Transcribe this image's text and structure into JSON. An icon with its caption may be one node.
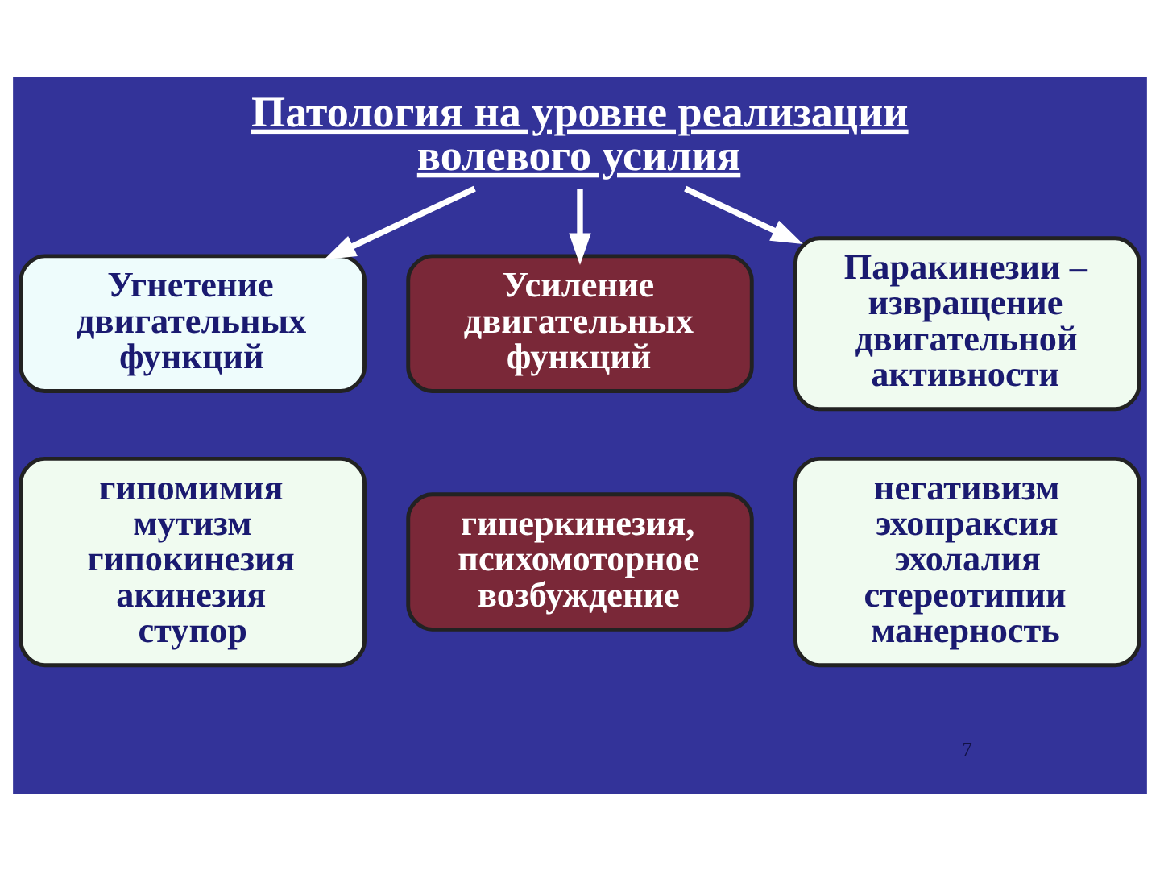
{
  "diagram": {
    "nodes": [
      {
        "text": [
          "Патология на уровне реализации волевого усилия"
        ]
      },
      {
        "text": [
          "Угнетение двигательных функций"
        ]
      },
      {
        "text": [
          "Усиление двигательных функций"
        ]
      },
      {
        "text": [
          "Паракинезии – извращение двигательной активности"
        ]
      },
      {
        "text": [
          "гипомимия",
          "мутизм",
          "гипокинезия",
          "акинезия",
          "ступор"
        ]
      },
      {
        "text": [
          "гиперкинезия, психомоторное возбуждение"
        ]
      },
      {
        "text": [
          "негативизм",
          "эхопраксия",
          "эхолалия",
          "стереотипии",
          "манерность"
        ]
      }
    ],
    "edges": [
      {
        "from": 0,
        "to": 1,
        "arrow": "to"
      },
      {
        "from": 0,
        "to": 2,
        "arrow": "to"
      },
      {
        "from": 0,
        "to": 3,
        "arrow": "to"
      }
    ],
    "labels": [
      "7"
    ]
  }
}
